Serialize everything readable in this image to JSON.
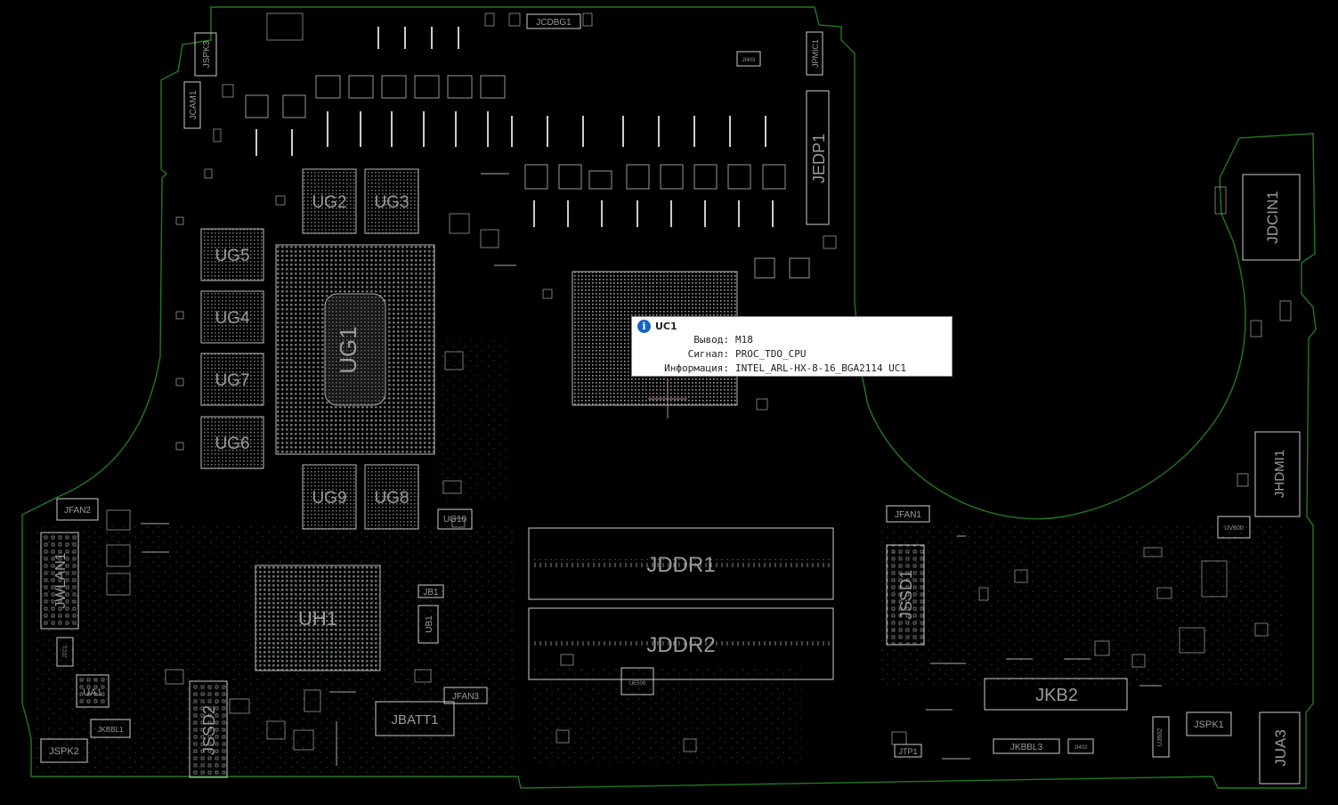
{
  "components": [
    {
      "id": "ug1",
      "label": "UG1"
    },
    {
      "id": "ug2",
      "label": "UG2"
    },
    {
      "id": "ug3",
      "label": "UG3"
    },
    {
      "id": "ug4",
      "label": "UG4"
    },
    {
      "id": "ug5",
      "label": "UG5"
    },
    {
      "id": "ug6",
      "label": "UG6"
    },
    {
      "id": "ug7",
      "label": "UG7"
    },
    {
      "id": "ug8",
      "label": "UG8"
    },
    {
      "id": "ug9",
      "label": "UG9"
    },
    {
      "id": "ug10",
      "label": "UG10"
    },
    {
      "id": "uh1",
      "label": "UH1"
    },
    {
      "id": "ub1",
      "label": "UB1"
    },
    {
      "id": "ua1",
      "label": "UA1"
    },
    {
      "id": "jddr1",
      "label": "JDDR1"
    },
    {
      "id": "jddr2",
      "label": "JDDR2"
    },
    {
      "id": "jedp1",
      "label": "JEDP1"
    },
    {
      "id": "jdcin1",
      "label": "JDCIN1"
    },
    {
      "id": "jhdmi1",
      "label": "JHDMI1"
    },
    {
      "id": "jssd1",
      "label": "JSSD1"
    },
    {
      "id": "jssd2",
      "label": "JSSD2"
    },
    {
      "id": "jwlan1",
      "label": "JWLAN1"
    },
    {
      "id": "jkb2",
      "label": "JKB2"
    },
    {
      "id": "jua3",
      "label": "JUA3"
    },
    {
      "id": "jbatt1",
      "label": "JBATT1"
    },
    {
      "id": "jb1",
      "label": "JB1"
    },
    {
      "id": "jfan1",
      "label": "JFAN1"
    },
    {
      "id": "jfan2",
      "label": "JFAN2"
    },
    {
      "id": "jfan3",
      "label": "JFAN3"
    },
    {
      "id": "jspk1",
      "label": "JSPK1"
    },
    {
      "id": "jspk2",
      "label": "JSPK2"
    },
    {
      "id": "jspk3",
      "label": "JSPK3"
    },
    {
      "id": "jcam1",
      "label": "JCAM1"
    },
    {
      "id": "jcdbg1",
      "label": "JCDBG1"
    },
    {
      "id": "jpmic1",
      "label": "JPMIC1"
    },
    {
      "id": "jkbbl1",
      "label": "JKBBL1"
    },
    {
      "id": "jkbbl3",
      "label": "JKBBL3"
    },
    {
      "id": "jtp1",
      "label": "JTP1"
    },
    {
      "id": "uv600",
      "label": "UV600"
    },
    {
      "id": "ue500",
      "label": "UE500"
    },
    {
      "id": "jtc1",
      "label": "JTC1"
    },
    {
      "id": "ji403",
      "label": "JI403"
    },
    {
      "id": "ji402",
      "label": "JI402"
    },
    {
      "id": "uj602",
      "label": "UJ602"
    }
  ],
  "tooltip": {
    "title": "UC1",
    "rows": [
      {
        "key": "Вывод:",
        "value": "M18"
      },
      {
        "key": "Сигнал:",
        "value": "PROC_TDO_CPU"
      },
      {
        "key": "Информация:",
        "value": "INTEL_ARL-HX-8-16_BGA2114 UC1"
      }
    ]
  },
  "colors": {
    "background": "#000000",
    "outline": "#1f7a1f",
    "silk": "#bfbfbf",
    "label": "#9a9a9a",
    "via": "#2a8a8a",
    "info_icon": "#1565c0"
  }
}
